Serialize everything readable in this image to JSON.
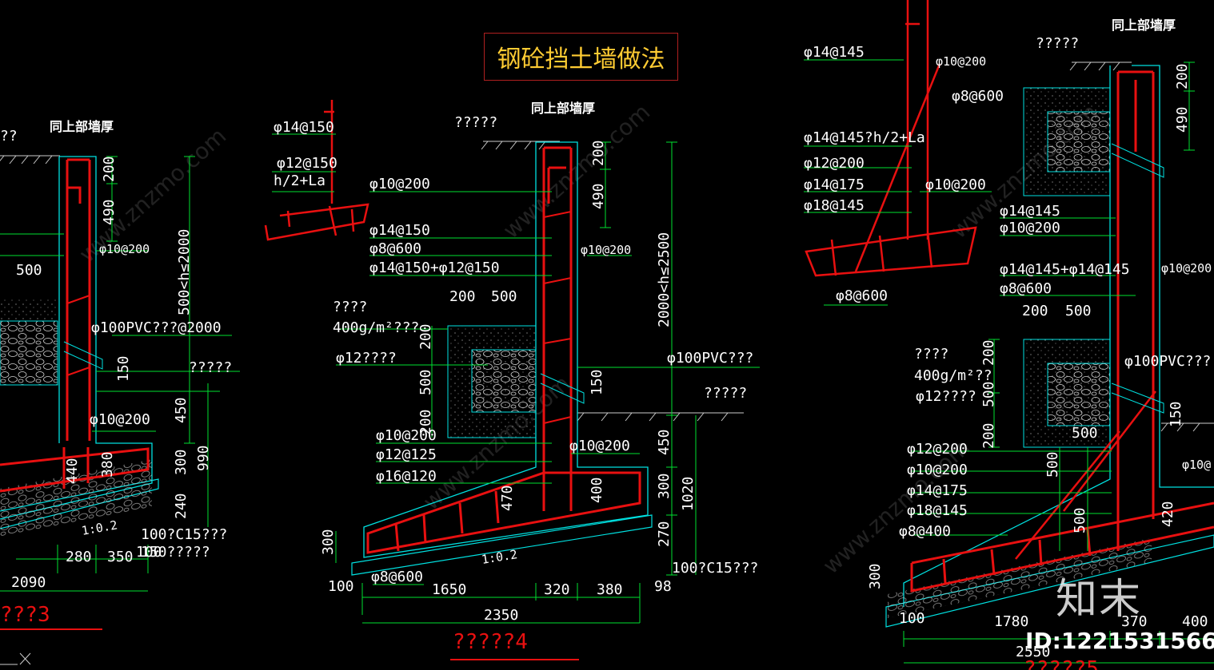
{
  "title": "钢砼挡土墙做法",
  "logo": "知末",
  "id_label": "ID:1221531566",
  "watermark": "www.znzmo.com",
  "colors": {
    "rebar": "#e81010",
    "dimension": "#00e030",
    "outline": "#00e0e0",
    "title": "#ffcc33"
  },
  "left_detail": {
    "header": "同上部墙厚",
    "ground_label": "??",
    "dims_vertical": [
      "200",
      "490",
      "150",
      "450",
      "300",
      "240",
      "440",
      "380",
      "990"
    ],
    "height_range": "500<h≤2000",
    "dims_horizontal": [
      "500",
      "280",
      "350",
      "100",
      "2090"
    ],
    "rebar": [
      "φ10@200",
      "φ10@200"
    ],
    "pvc": "φ100PVC???@2000",
    "fill_label": "?????",
    "slope": "1:0.2",
    "concrete": "100?C15???",
    "concrete2": "150?????",
    "section_label": "???3"
  },
  "middle_detail": {
    "header": "同上部墙厚",
    "ground_label": "?????",
    "rebar": [
      "φ10@200",
      "φ14@150",
      "φ8@600",
      "φ14@150+φ12@150",
      "φ10@200",
      "φ10@200",
      "φ12@125",
      "φ16@120",
      "φ10@200",
      "φ8@600"
    ],
    "dims_vertical": [
      "200",
      "490",
      "200",
      "500",
      "200",
      "150",
      "470",
      "400",
      "300",
      "450",
      "300",
      "270",
      "1020"
    ],
    "height_range": "2000<h≤2500",
    "dims_horizontal": [
      "200",
      "500",
      "100",
      "1650",
      "320",
      "380",
      "98",
      "2350"
    ],
    "geo_label": "????",
    "geo_spec": "400g/m²???",
    "drain_label": "φ12????",
    "pvc": "φ100PVC???",
    "fill_label": "?????",
    "slope": "1:0.2",
    "concrete": "100?C15???",
    "section_label": "?????4"
  },
  "small_detail": {
    "rebar": [
      "φ14@150",
      "φ12@150"
    ],
    "anchor": "h/2+La"
  },
  "right_detail": {
    "header": "同上部墙厚",
    "ground_label": "?????",
    "rebar": [
      "φ14@145",
      "φ10@200",
      "φ8@600",
      "φ14@145?h/2+La",
      "φ12@200",
      "φ14@175",
      "φ10@200",
      "φ18@145",
      "φ8@600",
      "φ14@145",
      "φ10@200",
      "φ14@145+φ14@145",
      "φ10@200",
      "φ8@600",
      "φ12@200",
      "φ10@200",
      "φ14@175",
      "φ18@145",
      "φ8@400",
      "φ10@"
    ],
    "dims_vertical": [
      "200",
      "490",
      "200",
      "500",
      "200",
      "150",
      "500",
      "500",
      "420",
      "300"
    ],
    "dims_horizontal": [
      "200",
      "500",
      "500",
      "100",
      "1780",
      "370",
      "400",
      "2550"
    ],
    "geo_label": "????",
    "geo_spec": "400g/m²??",
    "drain_label": "φ12????",
    "pvc": "φ100PVC???",
    "section_label": "?????5"
  }
}
